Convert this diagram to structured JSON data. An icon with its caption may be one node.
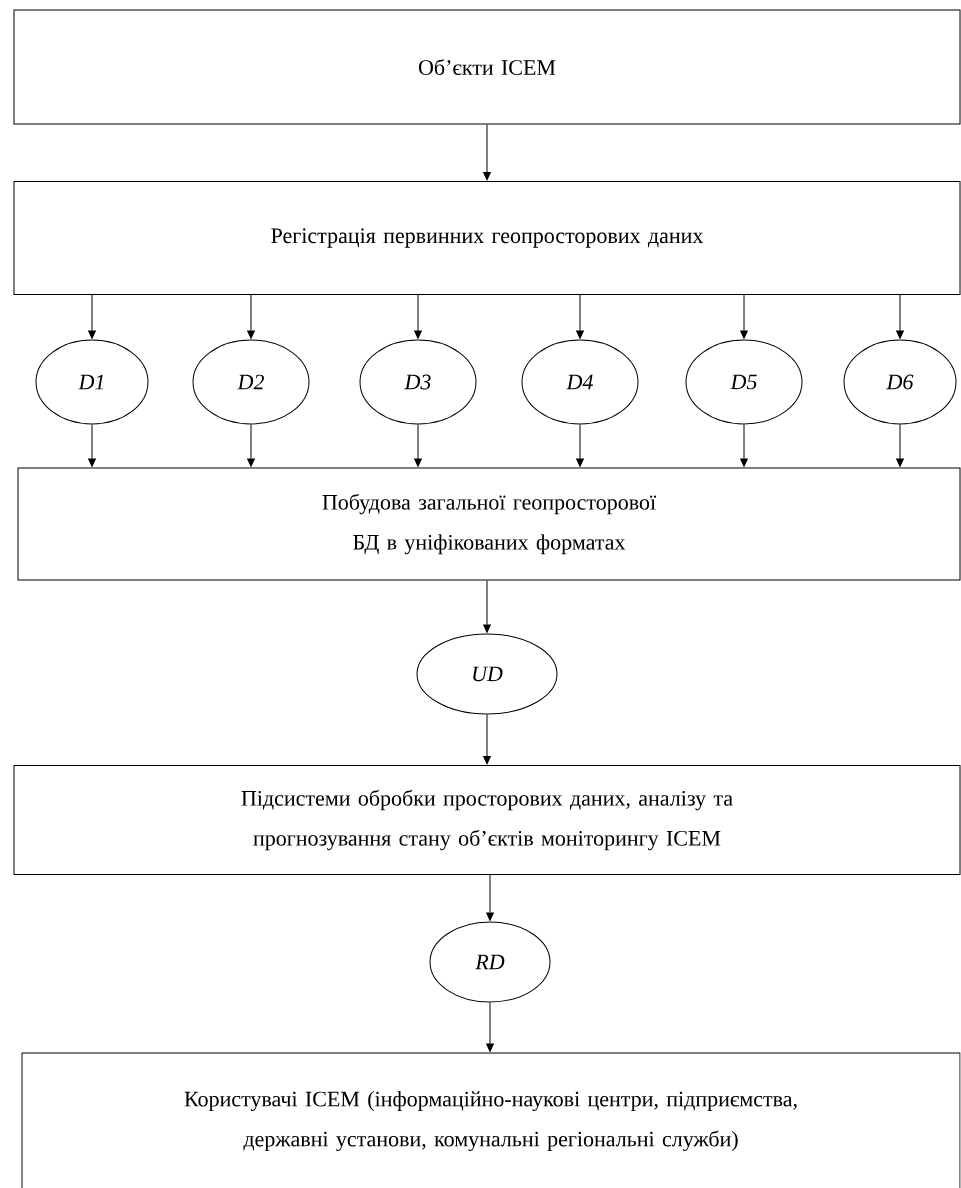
{
  "diagram": {
    "nodes": [
      {
        "text": [
          "Об’єкти ICEM"
        ]
      },
      {
        "text": [
          "Регістрація первинних геопросторових даних"
        ]
      },
      {
        "text": [
          "D1"
        ]
      },
      {
        "text": [
          "D2"
        ]
      },
      {
        "text": [
          "D3"
        ]
      },
      {
        "text": [
          "D4"
        ]
      },
      {
        "text": [
          "D5"
        ]
      },
      {
        "text": [
          "D6"
        ]
      },
      {
        "text": [
          "Побудова загальної геопросторової БД в уніфікованих форматах"
        ]
      },
      {
        "text": [
          "UD"
        ]
      },
      {
        "text": [
          "Підсистеми обробки просторових даних, аналізу та прогнозування стану об’єктів моніторингу ICEM"
        ]
      },
      {
        "text": [
          "RD"
        ]
      },
      {
        "text": [
          "Користувачі ICEM (інформаційно-наукові центри, підприємства, державні установи, комунальні регіональні служби)"
        ]
      }
    ],
    "edges": [
      {
        "from": 0,
        "to": 1,
        "arrow": "to"
      },
      {
        "from": 1,
        "to": 2,
        "arrow": "to"
      },
      {
        "from": 1,
        "to": 3,
        "arrow": "to"
      },
      {
        "from": 1,
        "to": 4,
        "arrow": "to"
      },
      {
        "from": 1,
        "to": 5,
        "arrow": "to"
      },
      {
        "from": 1,
        "to": 6,
        "arrow": "to"
      },
      {
        "from": 1,
        "to": 7,
        "arrow": "to"
      },
      {
        "from": 2,
        "to": 8,
        "arrow": "to"
      },
      {
        "from": 3,
        "to": 8,
        "arrow": "to"
      },
      {
        "from": 4,
        "to": 8,
        "arrow": "to"
      },
      {
        "from": 5,
        "to": 8,
        "arrow": "to"
      },
      {
        "from": 6,
        "to": 8,
        "arrow": "to"
      },
      {
        "from": 7,
        "to": 8,
        "arrow": "to"
      },
      {
        "from": 8,
        "to": 9,
        "arrow": "to"
      },
      {
        "from": 9,
        "to": 10,
        "arrow": "to"
      },
      {
        "from": 10,
        "to": 11,
        "arrow": "to"
      },
      {
        "from": 11,
        "to": 12,
        "arrow": "to"
      }
    ]
  }
}
